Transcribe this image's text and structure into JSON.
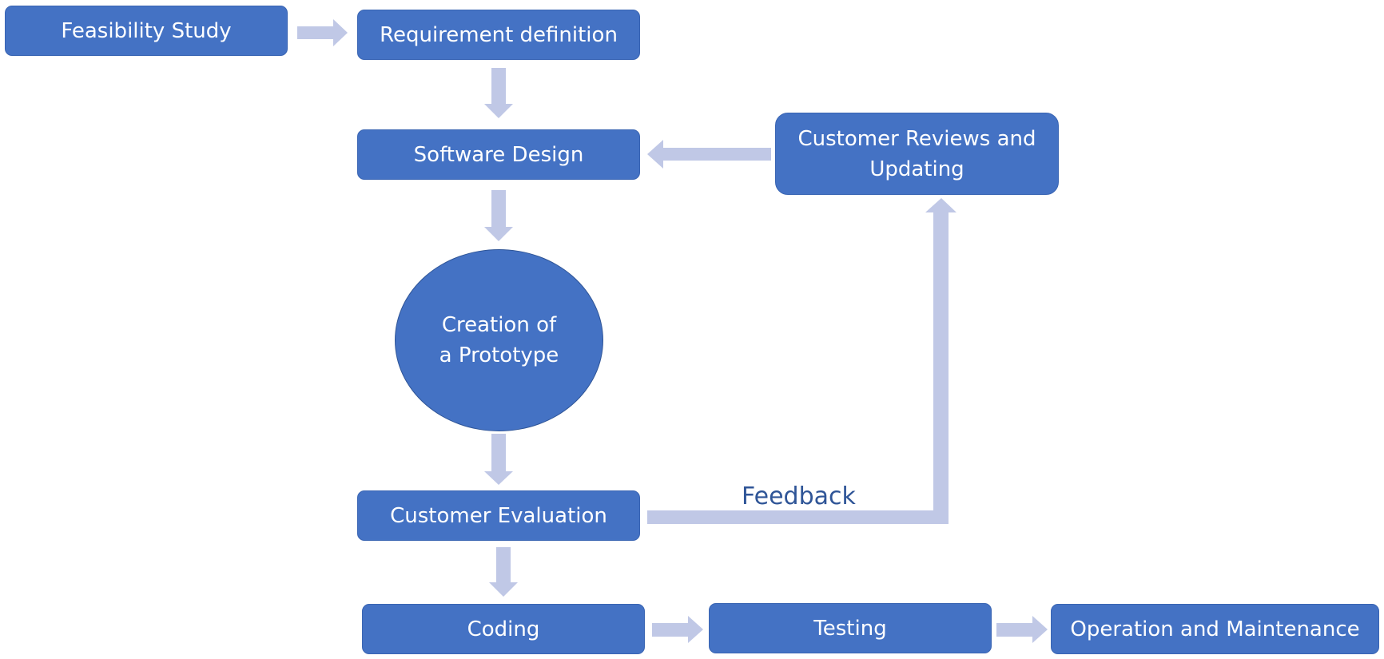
{
  "colors": {
    "node_fill": "#4472c4",
    "node_text": "#ffffff",
    "arrow": "#c0c8e6",
    "feedback_label": "#2f5597"
  },
  "nodes": {
    "feasibility_study": "Feasibility Study",
    "requirement_definition": "Requirement definition",
    "software_design": "Software Design",
    "customer_reviews": "Customer Reviews and\nUpdating",
    "prototype": "Creation of\na Prototype",
    "customer_evaluation": "Customer Evaluation",
    "coding": "Coding",
    "testing": "Testing",
    "operation_maintenance": "Operation and Maintenance"
  },
  "labels": {
    "feedback": "Feedback"
  }
}
